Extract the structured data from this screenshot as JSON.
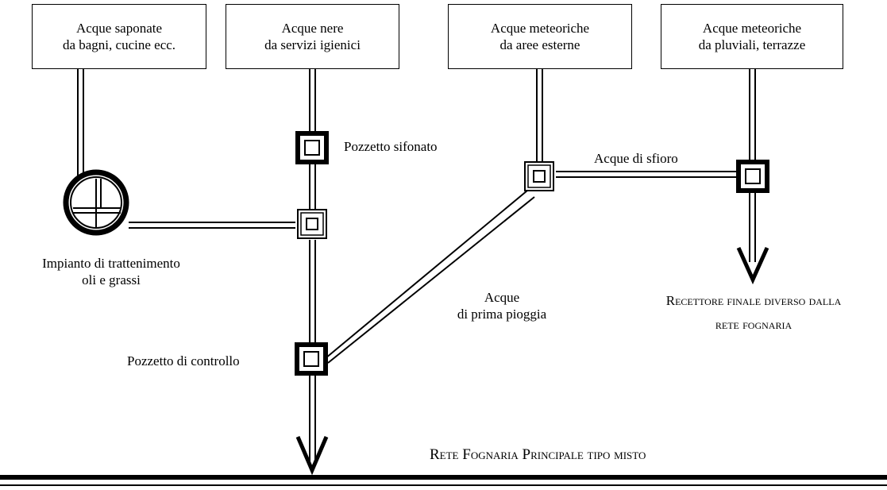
{
  "sources": {
    "saponate": [
      "Acque saponate",
      "da bagni, cucine ecc."
    ],
    "nere": [
      "Acque nere",
      "da servizi igienici"
    ],
    "meteoriche_esterne": [
      "Acque meteoriche",
      "da aree esterne"
    ],
    "meteoriche_pluviali": [
      "Acque meteoriche",
      "da pluviali, terrazze"
    ]
  },
  "labels": {
    "pozzetto_sifonato": "Pozzetto sifonato",
    "acque_sfioro": "Acque di sfioro",
    "impianto": [
      "Impianto di trattenimento",
      "oli e grassi"
    ],
    "prima_pioggia": [
      "Acque",
      "di prima pioggia"
    ],
    "recettore": [
      "Recettore finale diverso dalla",
      "rete fognaria"
    ],
    "pozzetto_controllo": "Pozzetto di controllo",
    "rete": "Rete Fognaria Principale tipo misto"
  }
}
